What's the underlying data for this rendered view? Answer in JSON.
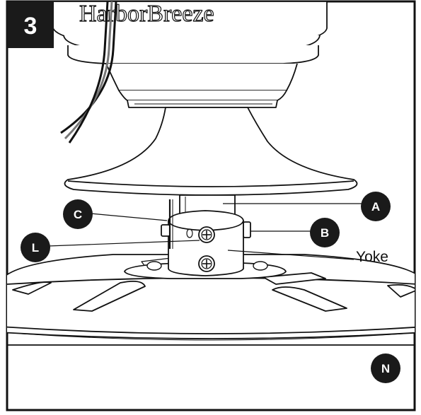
{
  "step": {
    "number": "3"
  },
  "brand": {
    "text": "HarborBreeze"
  },
  "callouts": [
    {
      "id": "A",
      "label": "A"
    },
    {
      "id": "B",
      "label": "B"
    },
    {
      "id": "C",
      "label": "C"
    },
    {
      "id": "L",
      "label": "L"
    },
    {
      "id": "N",
      "label": "N"
    }
  ],
  "yoke": {
    "label": "Yoke"
  },
  "colors": {
    "ink": "#111111",
    "paper": "#ffffff",
    "badge": "#1a1a1a"
  }
}
